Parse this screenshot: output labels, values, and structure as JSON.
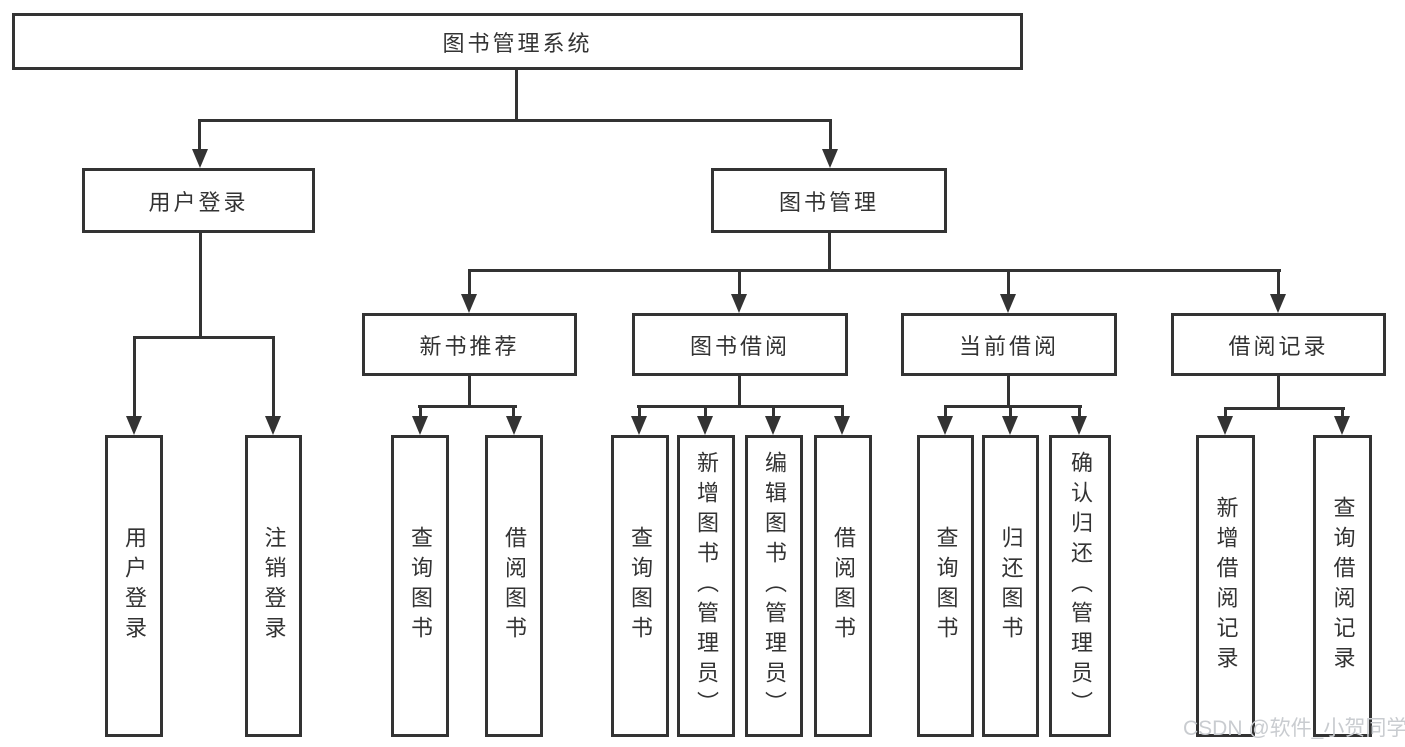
{
  "root": {
    "label": "图书管理系统"
  },
  "branches": [
    {
      "label": "用户登录",
      "leaves": [
        {
          "label": "用户登录"
        },
        {
          "label": "注销登录"
        }
      ]
    },
    {
      "label": "图书管理",
      "groups": [
        {
          "label": "新书推荐",
          "leaves": [
            {
              "label": "查询图书"
            },
            {
              "label": "借阅图书"
            }
          ]
        },
        {
          "label": "图书借阅",
          "leaves": [
            {
              "label": "查询图书"
            },
            {
              "label": "新增图书（管理员）"
            },
            {
              "label": "编辑图书（管理员）"
            },
            {
              "label": "借阅图书"
            }
          ]
        },
        {
          "label": "当前借阅",
          "leaves": [
            {
              "label": "查询图书"
            },
            {
              "label": "归还图书"
            },
            {
              "label": "确认归还（管理员）"
            }
          ]
        },
        {
          "label": "借阅记录",
          "leaves": [
            {
              "label": "新增借阅记录"
            },
            {
              "label": "查询借阅记录"
            }
          ]
        }
      ]
    }
  ],
  "watermark": {
    "text": "CSDN @软件_小贺同学"
  },
  "colors": {
    "line": "#333333",
    "box_border": "#333333",
    "box_fill": "#ffffff",
    "text": "#333333",
    "watermark": "#c9ccd0",
    "background": "#ffffff"
  }
}
